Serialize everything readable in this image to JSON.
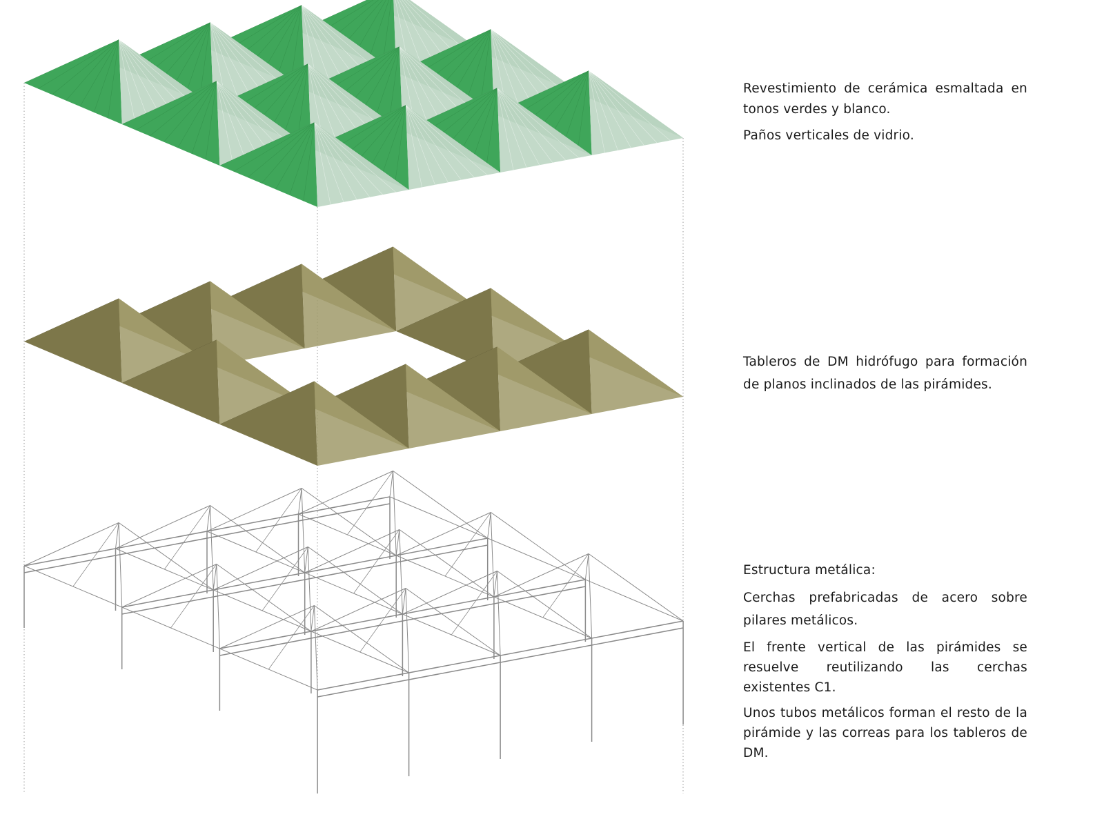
{
  "layers": [
    {
      "id": "ceramic-cladding",
      "color_light": "#b9d3c0",
      "color_mid": "#3fa65a",
      "color_dark": "#4a5a4a",
      "notes": [
        "Revestimiento de cerámica esmaltada en tonos verdes y blanco.",
        "Paños verticales de vidrio."
      ]
    },
    {
      "id": "dm-boards",
      "color_light": "#a09a6a",
      "color_mid": "#7d774a",
      "color_dark": "#222015",
      "notes": [
        "Tableros de DM hidrófugo para formación de planos inclinados de las pirámides."
      ]
    },
    {
      "id": "steel-structure",
      "color_line": "#8a8a8a",
      "notes": [
        "Estructura metálica:",
        "Cerchas prefabricadas de acero sobre pilares metálicos.",
        "El frente vertical de las pirámides se resuelve reutilizando las cerchas existentes C1.",
        "Unos tubos metálicos forman el resto de la pirámide y las correas para los tableros de DM."
      ]
    }
  ]
}
